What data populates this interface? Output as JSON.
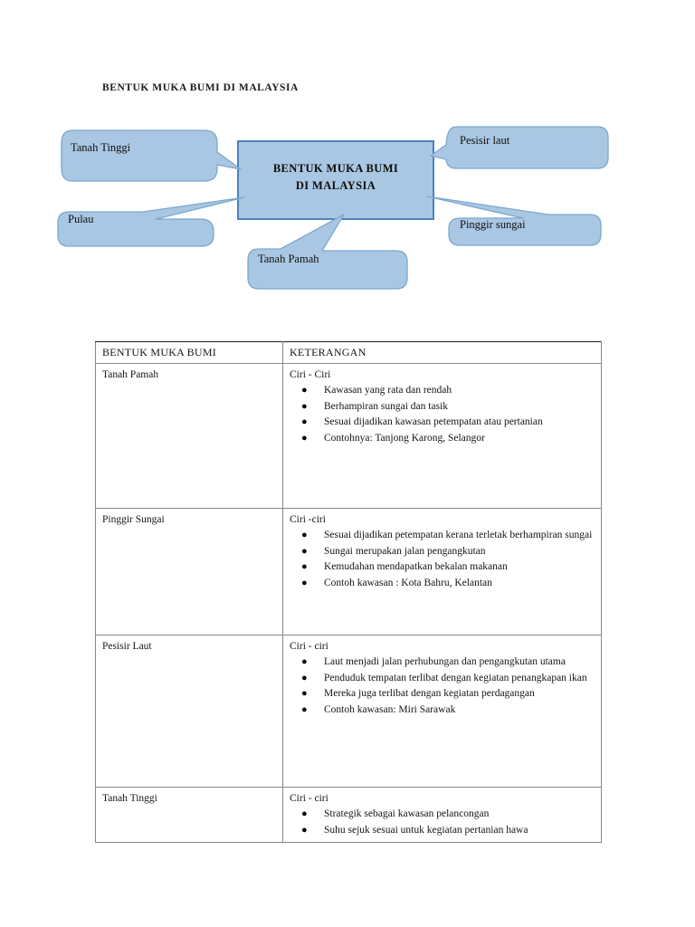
{
  "document": {
    "title": "BENTUK MUKA BUMI DI MALAYSIA"
  },
  "diagram": {
    "center": {
      "line1": "BENTUK MUKA BUMI",
      "line2": "DI MALAYSIA",
      "fill": "#a9c7e2",
      "border": "#4f81bd"
    },
    "callouts": [
      {
        "label": "Tanah Tinggi",
        "position": "top-left"
      },
      {
        "label": "Pulau",
        "position": "left"
      },
      {
        "label": "Tanah Pamah",
        "position": "bottom"
      },
      {
        "label": "Pesisir laut",
        "position": "top-right"
      },
      {
        "label": "Pinggir sungai",
        "position": "right"
      }
    ],
    "callout_fill": "#a9c7e2",
    "callout_border": "#7ba7d0"
  },
  "table": {
    "headers": [
      "BENTUK MUKA BUMI",
      "KETERANGAN"
    ],
    "rows": [
      {
        "name": "Tanah Pamah",
        "ciri_heading": "Ciri - Ciri",
        "items": [
          "Kawasan yang rata dan rendah",
          "Berhampiran sungai dan tasik",
          "Sesuai dijadikan kawasan petempatan atau pertanian",
          "Contohnya: Tanjong Karong, Selangor"
        ]
      },
      {
        "name": "Pinggir Sungai",
        "ciri_heading": "Ciri -ciri",
        "items": [
          "Sesuai dijadikan petempatan kerana terletak berhampiran sungai",
          "Sungai merupakan jalan pengangkutan",
          "Kemudahan mendapatkan bekalan makanan",
          "Contoh kawasan : Kota Bahru, Kelantan"
        ]
      },
      {
        "name": "Pesisir Laut",
        "ciri_heading": "Ciri - ciri",
        "items": [
          "Laut menjadi jalan perhubungan dan pengangkutan utama",
          "Penduduk tempatan terlibat dengan kegiatan penangkapan ikan",
          "Mereka juga terlibat dengan kegiatan perdagangan",
          "Contoh kawasan: Miri Sarawak"
        ]
      },
      {
        "name": "Tanah Tinggi",
        "ciri_heading": "Ciri - ciri",
        "items": [
          "Strategik sebagai kawasan pelancongan",
          "Suhu sejuk sesuai untuk kegiatan pertanian hawa"
        ]
      }
    ],
    "bullet_glyph": "●"
  }
}
